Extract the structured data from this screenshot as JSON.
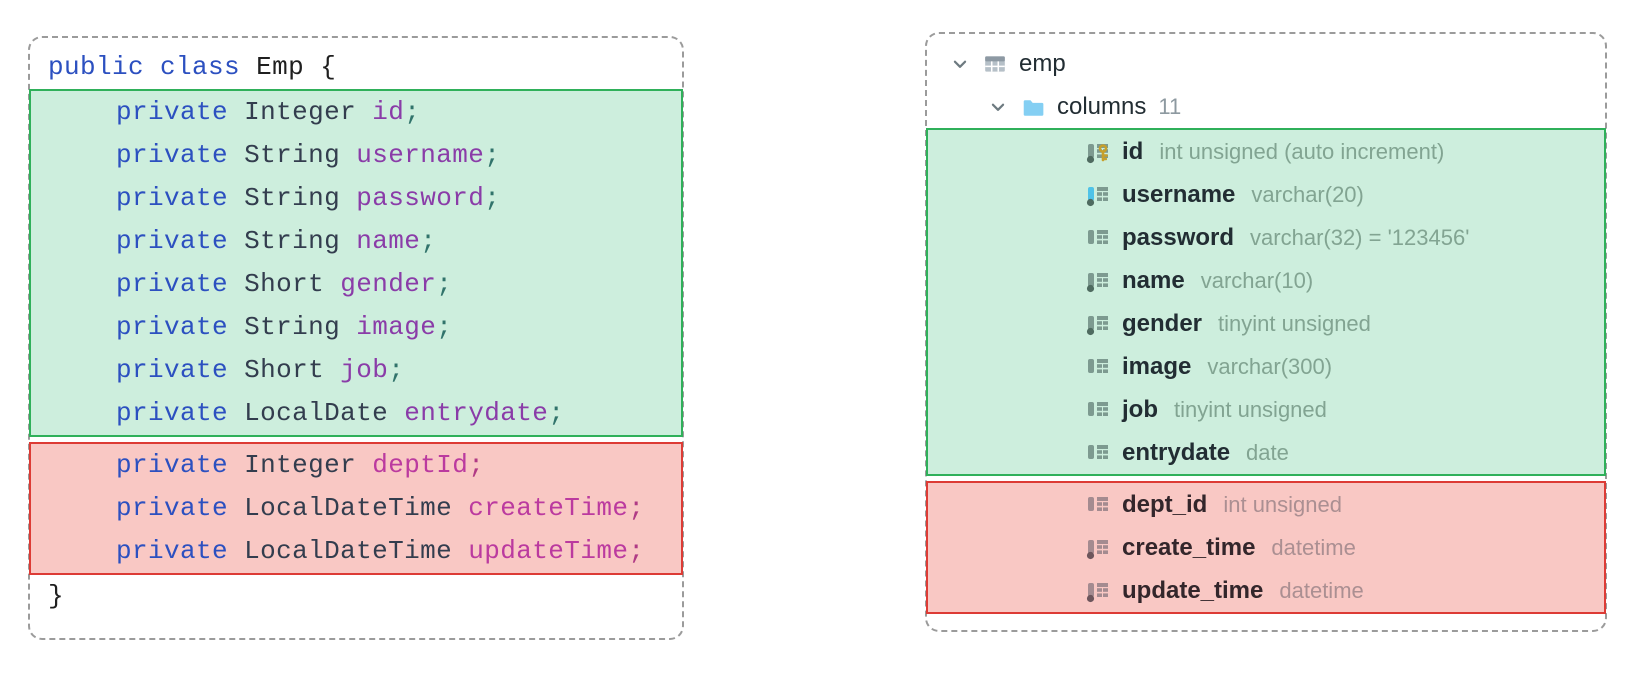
{
  "left_panel": {
    "class_keyword": "public class",
    "class_name": "Emp",
    "open_brace": "{",
    "close_brace": "}",
    "green_fields": [
      {
        "modifier": "private",
        "type": "Integer",
        "name": "id",
        "semicolon": ";"
      },
      {
        "modifier": "private",
        "type": "String",
        "name": "username",
        "semicolon": ";"
      },
      {
        "modifier": "private",
        "type": "String",
        "name": "password",
        "semicolon": ";"
      },
      {
        "modifier": "private",
        "type": "String",
        "name": "name",
        "semicolon": ";"
      },
      {
        "modifier": "private",
        "type": "Short",
        "name": "gender",
        "semicolon": ";"
      },
      {
        "modifier": "private",
        "type": "String",
        "name": "image",
        "semicolon": ";"
      },
      {
        "modifier": "private",
        "type": "Short",
        "name": "job",
        "semicolon": ";"
      },
      {
        "modifier": "private",
        "type": "LocalDate",
        "name": "entrydate",
        "semicolon": ";"
      }
    ],
    "red_fields": [
      {
        "modifier": "private",
        "type": "Integer",
        "name": "deptId",
        "semicolon": ";"
      },
      {
        "modifier": "private",
        "type": "LocalDateTime",
        "name": "createTime",
        "semicolon": ";"
      },
      {
        "modifier": "private",
        "type": "LocalDateTime",
        "name": "updateTime",
        "semicolon": ";"
      }
    ]
  },
  "right_panel": {
    "table_name": "emp",
    "columns_label": "columns",
    "columns_count": "11",
    "green_columns": [
      {
        "name": "id",
        "type": "int unsigned (auto increment)",
        "dot": true,
        "key": true,
        "indexed": false
      },
      {
        "name": "username",
        "type": "varchar(20)",
        "dot": true,
        "key": false,
        "indexed": true
      },
      {
        "name": "password",
        "type": "varchar(32) = '123456'",
        "dot": false,
        "key": false,
        "indexed": false
      },
      {
        "name": "name",
        "type": "varchar(10)",
        "dot": true,
        "key": false,
        "indexed": false
      },
      {
        "name": "gender",
        "type": "tinyint unsigned",
        "dot": true,
        "key": false,
        "indexed": false
      },
      {
        "name": "image",
        "type": "varchar(300)",
        "dot": false,
        "key": false,
        "indexed": false
      },
      {
        "name": "job",
        "type": "tinyint unsigned",
        "dot": false,
        "key": false,
        "indexed": false
      },
      {
        "name": "entrydate",
        "type": "date",
        "dot": false,
        "key": false,
        "indexed": false
      }
    ],
    "red_columns": [
      {
        "name": "dept_id",
        "type": "int unsigned",
        "dot": false,
        "key": false,
        "indexed": false
      },
      {
        "name": "create_time",
        "type": "datetime",
        "dot": true,
        "key": false,
        "indexed": false
      },
      {
        "name": "update_time",
        "type": "datetime",
        "dot": true,
        "key": false,
        "indexed": false
      }
    ]
  },
  "icons": {
    "expand": "chevron-down-icon",
    "table": "table-icon",
    "folder": "folder-icon",
    "column": "column-icon",
    "primary_key": "key-icon",
    "not_null": "dot-badge-icon"
  },
  "colors": {
    "green_bg": "#cdeedd",
    "green_border": "#2fb05a",
    "red_bg": "#f9c8c4",
    "red_border": "#dd3b35",
    "keyword_blue": "#2c50c0",
    "type_dark": "#333d4e",
    "field_purple": "#8a3ca8",
    "field_magenta": "#bb3a9f",
    "key_gold": "#c6a02c",
    "index_cyan": "#4fc3e8",
    "folder_blue": "#84cff3",
    "dashed_border": "#9b9b9b"
  }
}
